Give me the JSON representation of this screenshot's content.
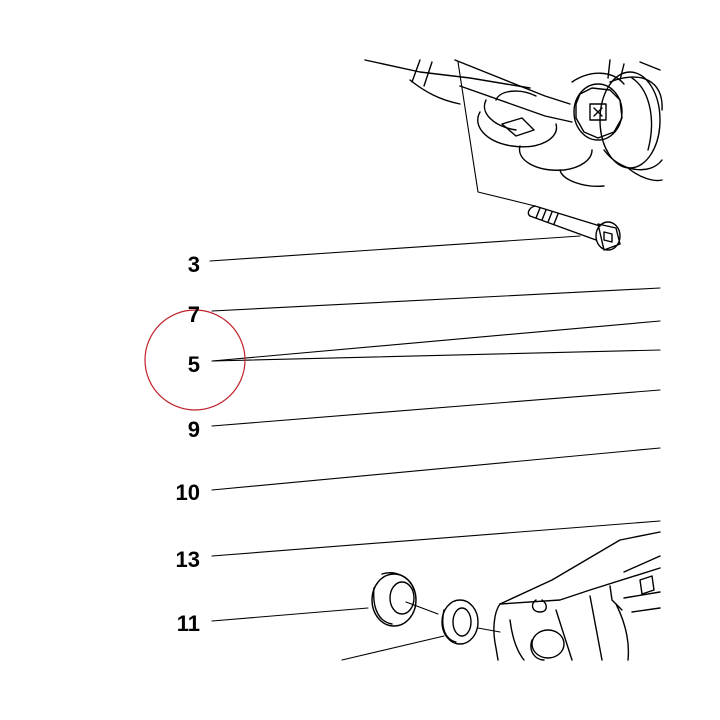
{
  "callouts": [
    {
      "label": "3"
    },
    {
      "label": "7"
    },
    {
      "label": "5"
    },
    {
      "label": "9"
    },
    {
      "label": "10"
    },
    {
      "label": "13"
    },
    {
      "label": "11"
    }
  ],
  "colors": {
    "ink": "#000000",
    "highlight": "#c0202a",
    "background": "#ffffff"
  }
}
